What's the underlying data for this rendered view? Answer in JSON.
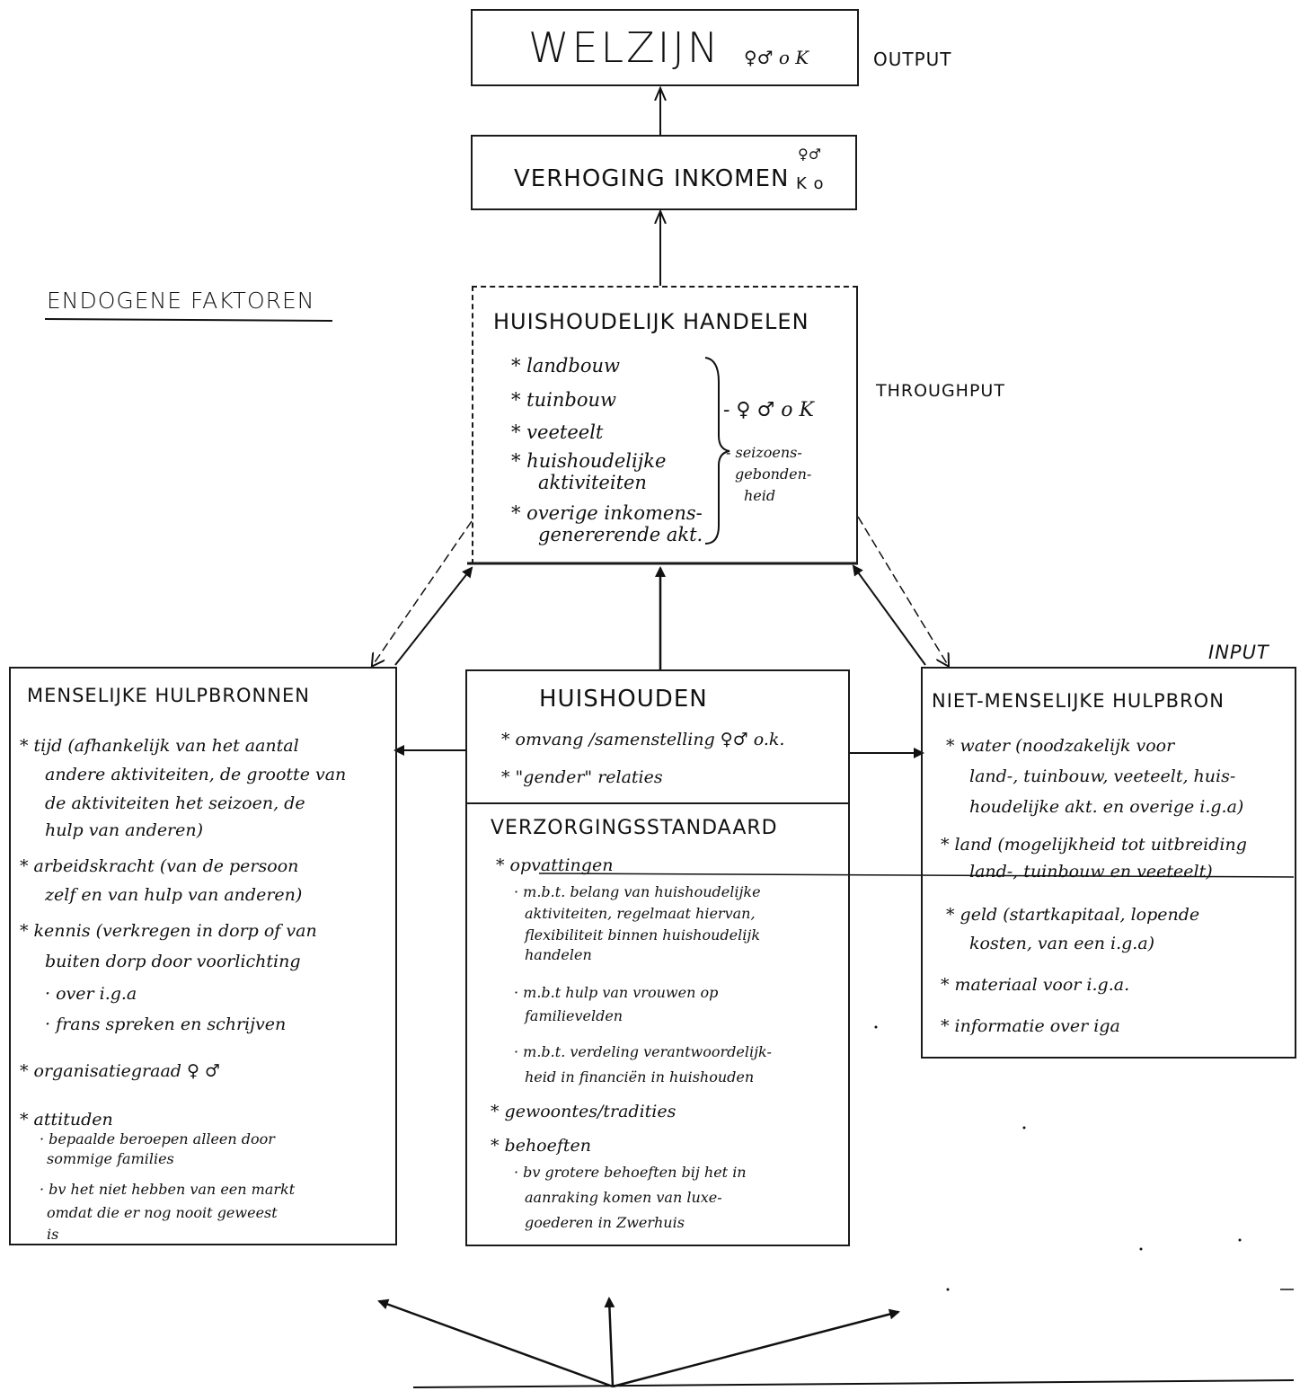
{
  "welzijn": {
    "title": "WELZIJN",
    "symbols": "♀♂ o K"
  },
  "verhoging": {
    "title": "VERHOGING INKOMEN",
    "symbols_top": "♀♂",
    "symbols_bottom": "K o"
  },
  "labels": {
    "output": "OUTPUT",
    "throughput": "THROUGHPUT",
    "input": "INPUT"
  },
  "endogene": "ENDOGENE FAKTOREN",
  "huishoudelijk": {
    "title": "HUISHOUDELIJK HANDELEN",
    "items": [
      "* landbouw",
      "* tuinbouw",
      "* veeteelt",
      "* huishoudelijke",
      "aktiviteiten",
      "* overige inkomens-",
      "genererende akt."
    ],
    "brace_note_1": "- ♀ ♂ o K",
    "brace_note_2": "- seizoens-",
    "brace_note_3": "gebonden-",
    "brace_note_4": "heid"
  },
  "menselijke": {
    "title": "MENSELIJKE HULPBRONNEN",
    "lines": [
      "* tijd (afhankelijk van het aantal",
      "andere aktiviteiten, de grootte van",
      "de aktiviteiten het seizoen, de",
      "hulp van anderen)",
      "* arbeidskracht (van de persoon",
      "zelf en van hulp van anderen)",
      "* kennis (verkregen in dorp of van",
      "buiten dorp door voorlichting",
      "· over i.g.a",
      "· frans spreken en schrijven",
      "* organisatiegraad ♀ ♂",
      "* attituden"
    ],
    "small_lines": [
      "· bepaalde beroepen alleen door",
      "sommige families",
      "· bv het niet hebben van een markt",
      "omdat die er nog nooit geweest",
      "is"
    ]
  },
  "huishouden": {
    "title": "HUISHOUDEN",
    "line1": "* omvang /samenstelling ♀♂ o.k.",
    "line2": "* \"gender\" relaties"
  },
  "verzorging": {
    "title": "VERZORGINGSSTANDAARD",
    "lines": [
      "* opvattingen",
      "· m.b.t. belang van huishoudelijke",
      "aktiviteiten, regelmaat hiervan,",
      "flexibiliteit binnen huishoudelijk",
      "handelen",
      "· m.b.t hulp van vrouwen op",
      "familievelden",
      "· m.b.t. verdeling verantwoordelijk-",
      "heid in financiën in huishouden",
      "* gewoontes/tradities",
      "* behoeften",
      "· bv grotere behoeften bij het in",
      "aanraking komen van luxe-",
      "goederen in Zwerhuis"
    ]
  },
  "niet_menselijke": {
    "title": "NIET-MENSELIJKE HULPBRON",
    "lines": [
      "* water (noodzakelijk voor",
      "land-, tuinbouw, veeteelt, huis-",
      "houdelijke akt. en overige i.g.a)",
      "* land (mogelijkheid tot uitbreiding",
      "land-, tuinbouw en veeteelt)",
      "* geld (startkapitaal, lopende",
      "kosten, van een i.g.a)",
      "* materiaal voor i.g.a.",
      "* informatie over iga"
    ]
  }
}
